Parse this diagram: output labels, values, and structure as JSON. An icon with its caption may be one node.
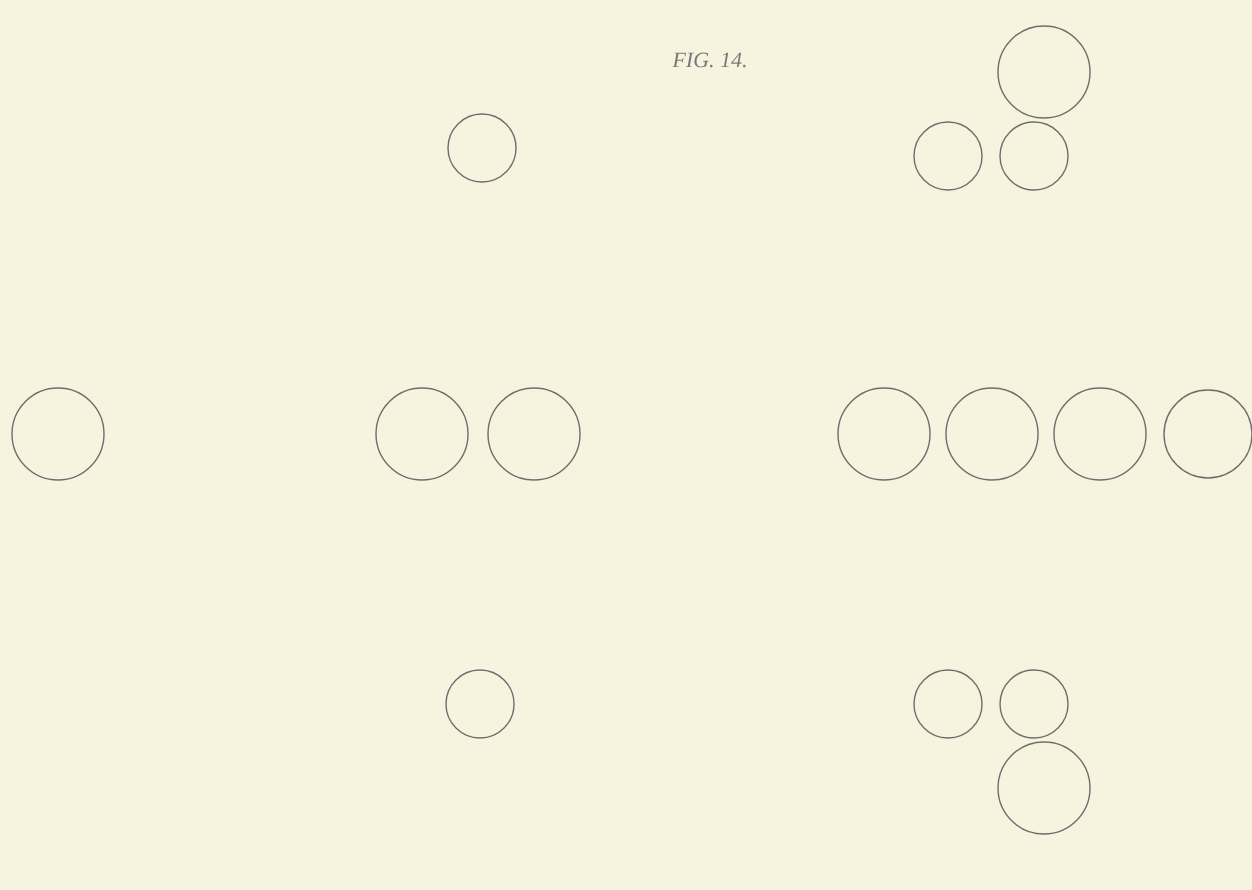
{
  "diagram": {
    "title": "FIG. 14.",
    "nodes": [
      {
        "text": [],
        "shape": "circle"
      },
      {
        "text": [],
        "shape": "circle"
      },
      {
        "text": [],
        "shape": "circle"
      },
      {
        "text": [],
        "shape": "circle"
      },
      {
        "text": [],
        "shape": "circle"
      },
      {
        "text": [],
        "shape": "circle"
      },
      {
        "text": [],
        "shape": "circle"
      },
      {
        "text": [],
        "shape": "circle"
      },
      {
        "text": [],
        "shape": "circle"
      },
      {
        "text": [],
        "shape": "circle"
      },
      {
        "text": [],
        "shape": "circle"
      },
      {
        "text": [],
        "shape": "circle"
      },
      {
        "text": [],
        "shape": "circle"
      },
      {
        "text": [],
        "shape": "circle"
      },
      {
        "text": [],
        "shape": "circle"
      }
    ]
  }
}
